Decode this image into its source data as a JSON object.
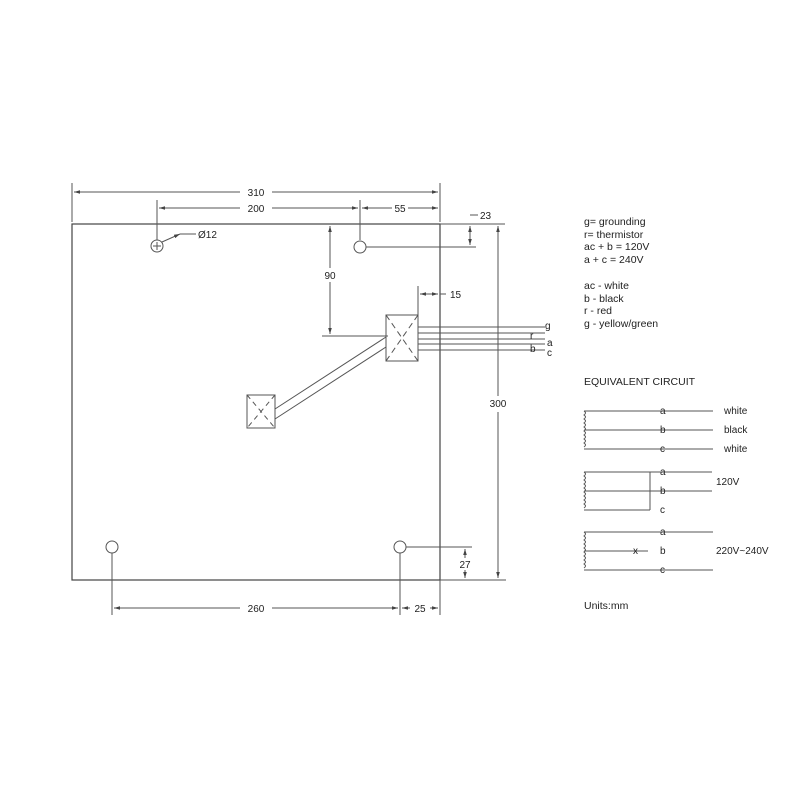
{
  "dimensions": {
    "overall_width": "310",
    "hole_spacing_top": "200",
    "right_hole_offset_top": "55",
    "top_hole_offset": "23",
    "hole_diameter": "Ø12",
    "box_offset_vertical": "90",
    "box_offset_edge": "15",
    "overall_height": "300",
    "bottom_hole_offset": "27",
    "hole_spacing_bottom": "260",
    "right_hole_offset_bottom": "25"
  },
  "wire_labels": {
    "g": "g",
    "r": "r",
    "a": "a",
    "b": "b",
    "c": "c"
  },
  "legend": {
    "definitions": [
      "g= grounding",
      "r= thermistor",
      "ac + b = 120V",
      "a + c = 240V"
    ],
    "colors": [
      "ac - white",
      "b - black",
      "r - red",
      "g - yellow/green"
    ]
  },
  "equivalent_circuit": {
    "title": "EQUIVALENT CIRCUIT",
    "circuit1": {
      "a": "a",
      "b": "b",
      "c": "c",
      "colors": [
        "white",
        "black",
        "white"
      ]
    },
    "circuit2": {
      "a": "a",
      "b": "b",
      "c": "c",
      "voltage": "120V"
    },
    "circuit3": {
      "a": "a",
      "x": "x",
      "b": "b",
      "c": "c",
      "voltage": "220V~240V"
    }
  },
  "units": "Units:mm"
}
